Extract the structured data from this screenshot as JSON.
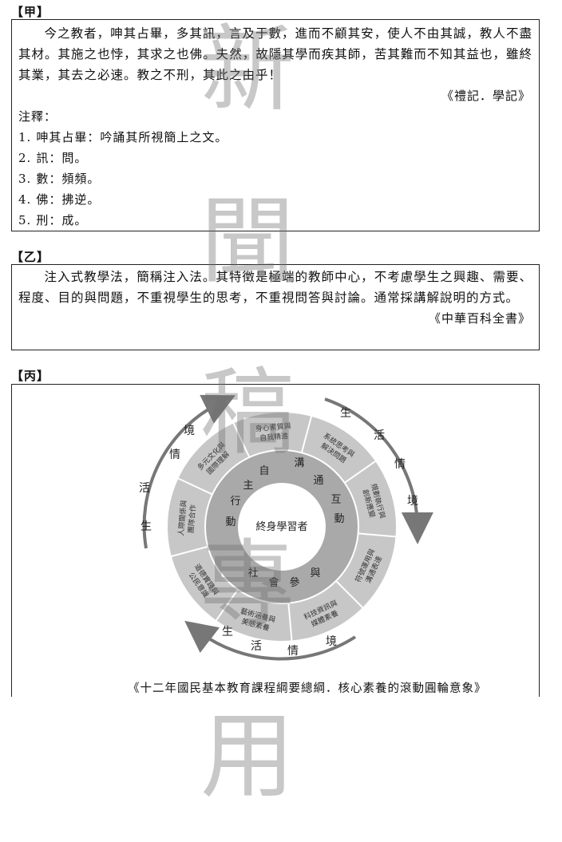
{
  "jia": {
    "label": "【甲】",
    "lines": [
      "今之教者，呻其占畢，多其訊，言及于數，進而不顧其安，使人不由其誠，教",
      "人不盡其材。其施之也悖，其求之也佛。夫然，故隱其學而疾其師，苦其難而不知",
      "其益也，雖終其業，其去之必速。教之不刑，其此之由乎！"
    ],
    "source": "《禮記．學記》",
    "notes_title": "注釋：",
    "notes": [
      {
        "num": "1.",
        "text": "呻其占畢：吟誦其所視簡上之文。"
      },
      {
        "num": "2.",
        "text": "訊：問。"
      },
      {
        "num": "3.",
        "text": "數：頻頻。"
      },
      {
        "num": "4.",
        "text": "佛：拂逆。"
      },
      {
        "num": "5.",
        "text": "刑：成。"
      }
    ]
  },
  "yi": {
    "label": "【乙】",
    "lines": [
      "注入式教學法，簡稱注入法。其特徵是極端的教師中心，不考慮學生之興趣、",
      "需要、程度、目的與問題，不重視學生的思考，不重視問答與討論。通常採講解說",
      "明的方式。"
    ],
    "source": "《中華百科全書》"
  },
  "bing": {
    "label": "【丙】",
    "center": "終身學習者",
    "inner_ring": [
      "自",
      "主",
      "行",
      "動",
      "溝",
      "通",
      "互",
      "動",
      "社",
      "會",
      "參",
      "與"
    ],
    "outer_segments": [
      "身心素質與自我精進",
      "系統思考與解決問題",
      "規劃執行與創新應變",
      "符號運用與溝通表達",
      "科技資訊與媒體素養",
      "藝術涵養與美感素養",
      "道德實踐與公民意識",
      "人際關係與團隊合作",
      "多元文化與國際理解"
    ],
    "arc_left_top": [
      "境",
      "情",
      "活",
      "生"
    ],
    "arc_right_top": [
      "生",
      "活",
      "情",
      "境"
    ],
    "arc_bottom": [
      "生",
      "活",
      "情",
      "境"
    ],
    "caption": "《十二年國民基本教育課程綱要總綱．核心素養的滾動圓輪意象》"
  },
  "watermark": [
    "新",
    "聞",
    "稿",
    "專",
    "用"
  ]
}
